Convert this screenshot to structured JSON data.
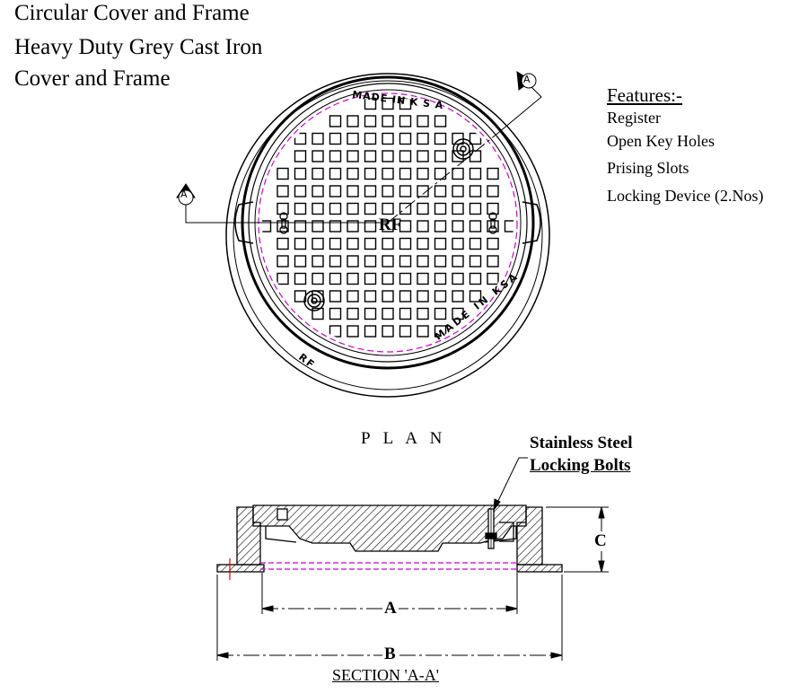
{
  "titles": [
    "Circular Cover and Frame",
    "Heavy Duty Grey Cast Iron",
    "Cover and Frame"
  ],
  "features": {
    "heading": "Features:-",
    "items": [
      "Register",
      "Open Key Holes",
      "Prising Slots",
      "Locking Device (2.Nos)"
    ]
  },
  "plan": {
    "label": "P L A N",
    "center_mark": "RF",
    "cover_text_top": "MADE IN K S A",
    "rim_text_left": "RF",
    "rim_text_right": "MADE IN KSA",
    "section_marker": "A"
  },
  "section": {
    "label": "SECTION 'A-A'",
    "callout_line1": "Stainless Steel",
    "callout_line2": "Locking Bolts",
    "dims": {
      "a": "A",
      "b": "B",
      "c": "C"
    }
  },
  "colors": {
    "line": "#000000",
    "hidden_line": "#d000d0",
    "red_mark": "#e00000"
  }
}
